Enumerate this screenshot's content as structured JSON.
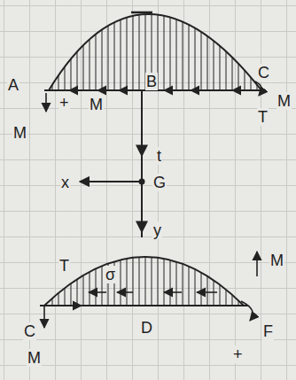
{
  "diagram": {
    "labels": [
      "A",
      "B",
      "C",
      "M",
      "+",
      "M",
      "T",
      "M",
      "t",
      "G",
      "x",
      "y",
      "T",
      "σ",
      "M",
      "C",
      "D",
      "F",
      "+",
      "M"
    ]
  }
}
